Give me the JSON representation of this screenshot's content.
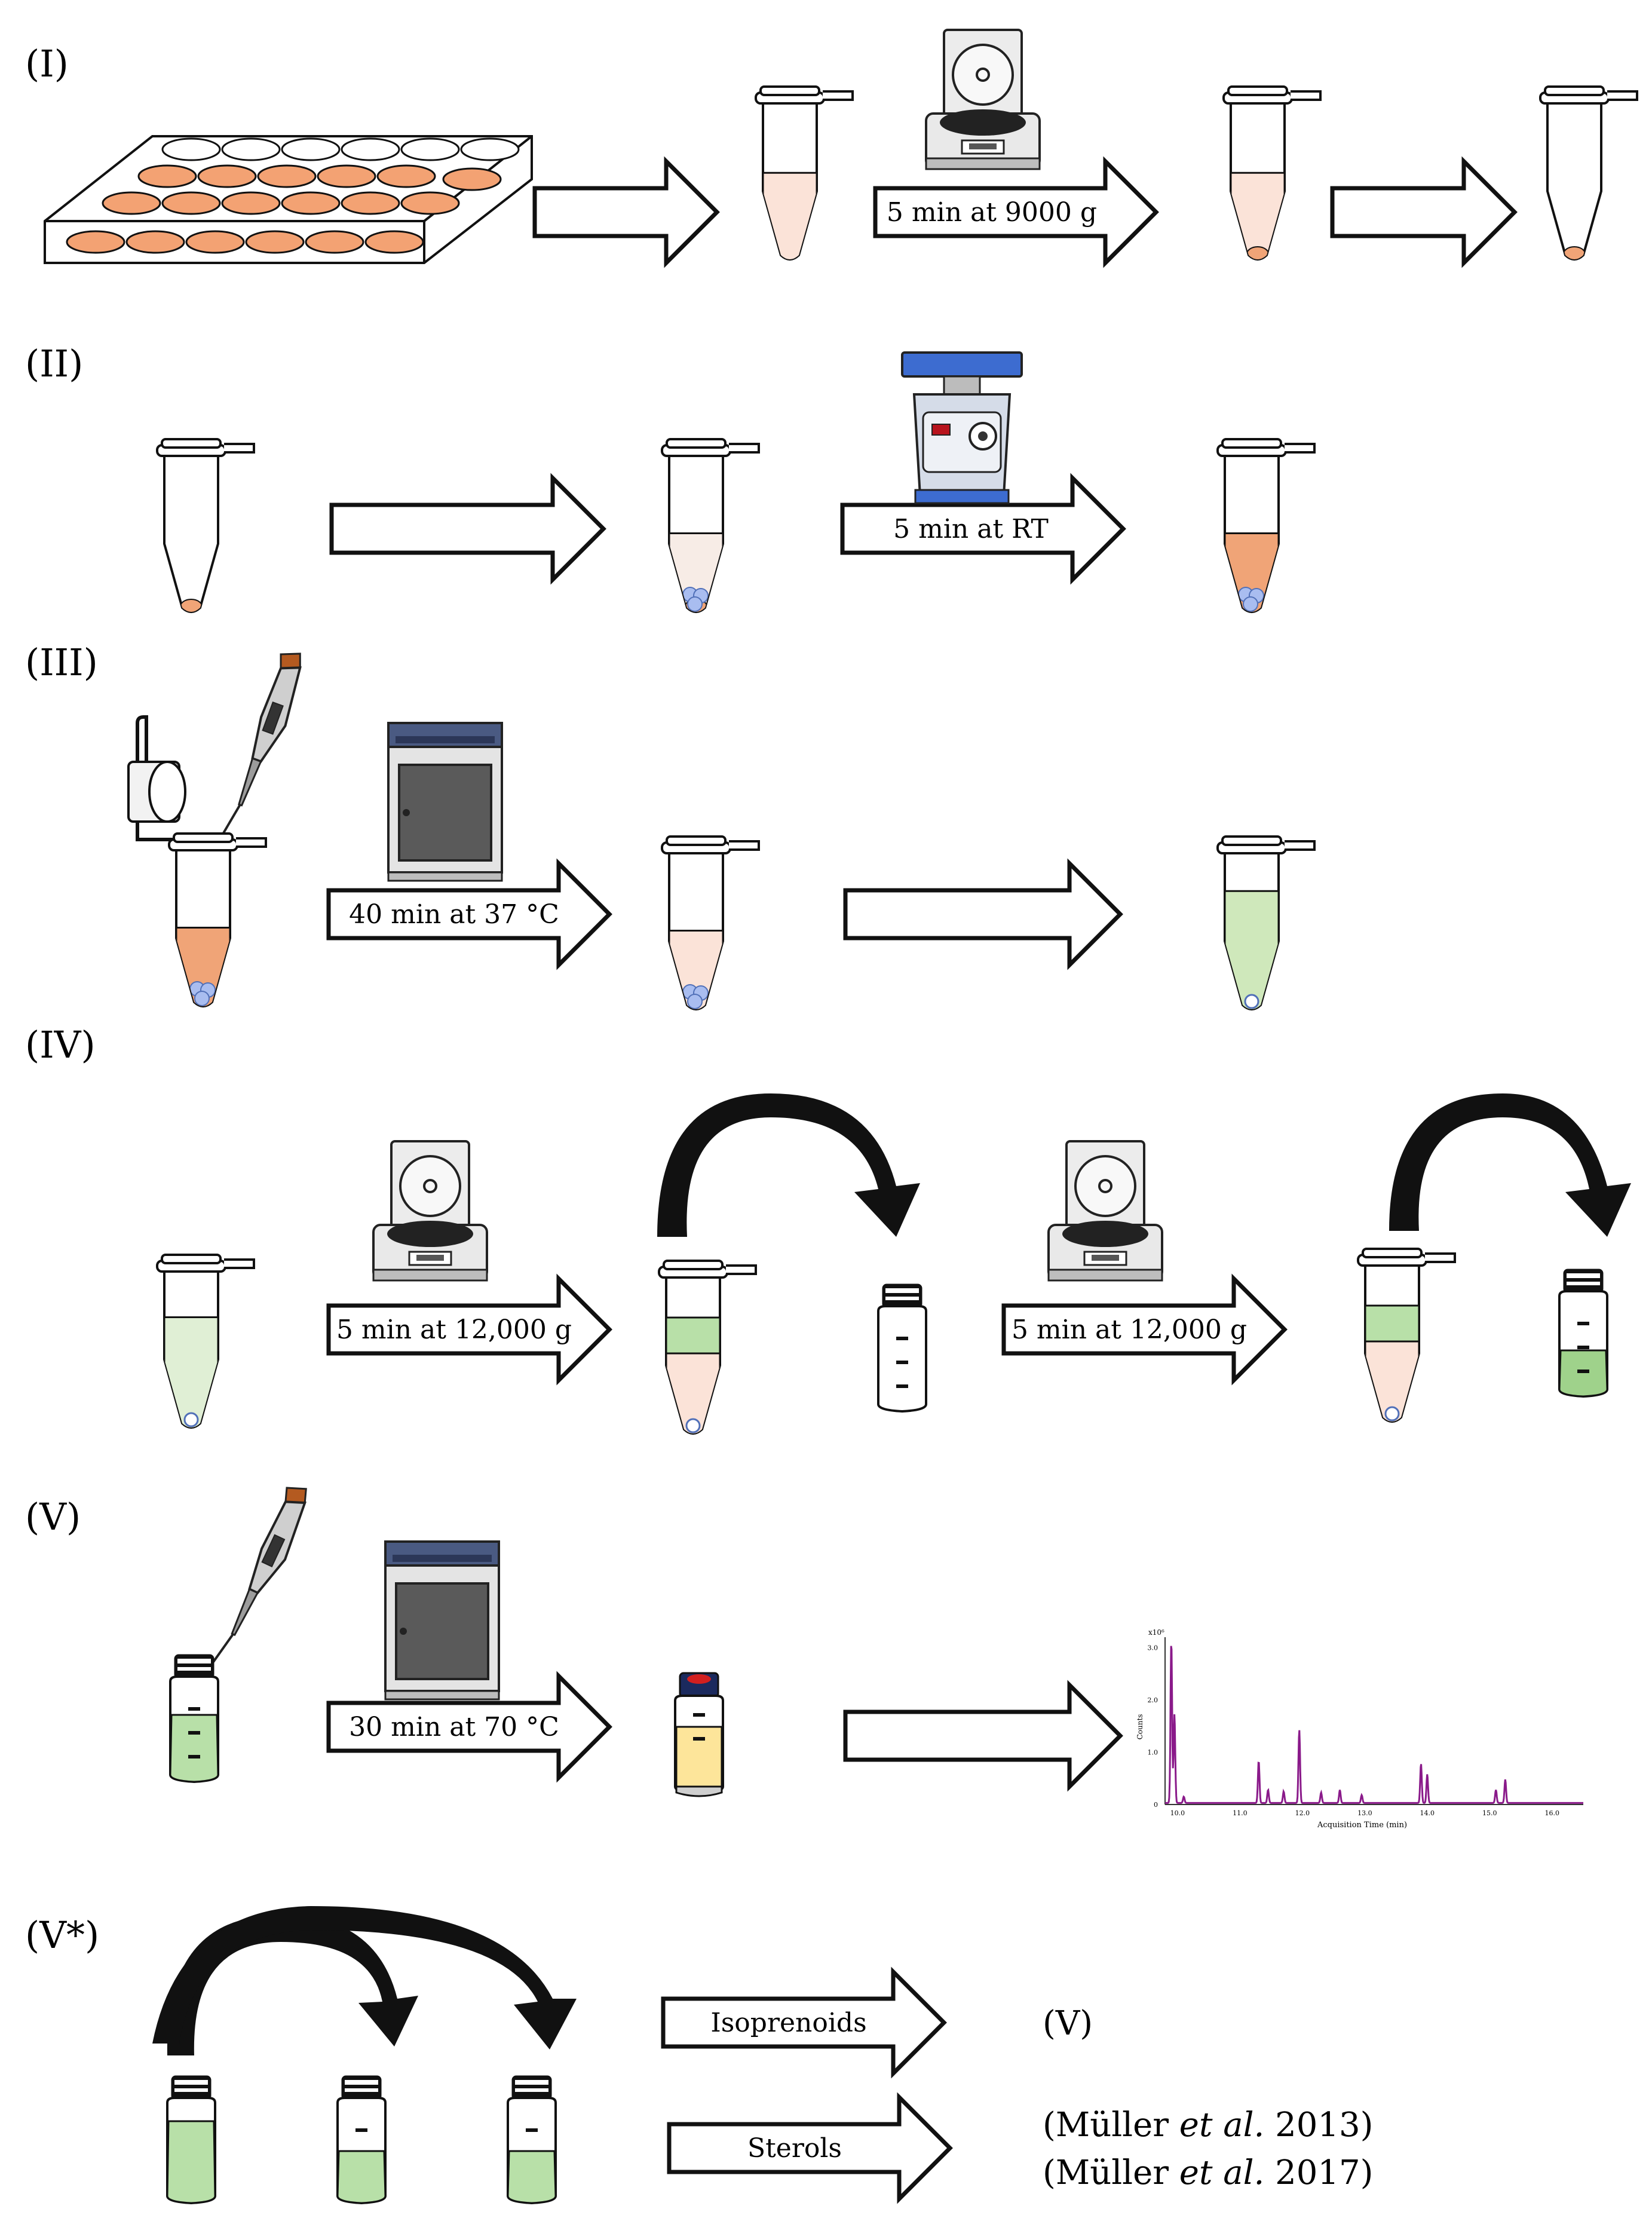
{
  "steps": {
    "I": {
      "label": "(I)",
      "condition": "5 min at 9000 g"
    },
    "II": {
      "label": "(II)",
      "condition": "5 min at RT"
    },
    "III": {
      "label": "(III)",
      "condition": "40 min at 37 °C"
    },
    "IV": {
      "label": "(IV)",
      "condition_1": "5 min at 12,000 g",
      "condition_2": "5 min at 12,000 g"
    },
    "V": {
      "label": "(V)",
      "condition": "30 min at 70 °C"
    },
    "Vstar": {
      "label": "(V*)",
      "arrow_isoprenoids": "Isoprenoids",
      "arrow_sterols": "Sterols",
      "ref_v": "(V)",
      "ref_1_prefix": "(Müller ",
      "ref_1_italic": "et al.",
      "ref_1_suffix": " 2013)",
      "ref_2_prefix": "(Müller ",
      "ref_2_italic": "et al.",
      "ref_2_suffix": " 2017)"
    }
  },
  "chromatogram": {
    "y_scale_label": "x10⁶",
    "ylabel": "Counts",
    "xlabel": "Acquisition Time (min)",
    "y_ticks": [
      "3.0",
      "2.0",
      "1.0",
      "0"
    ],
    "x_ticks": [
      "10.0",
      "11.0",
      "12.0",
      "13.0",
      "14.0",
      "15.0",
      "16.0"
    ],
    "line_color": "#8a1a8a",
    "x_range": [
      9.8,
      16.5
    ],
    "y_range": [
      0,
      3.2
    ],
    "peaks": [
      {
        "t": 9.9,
        "h": 3.1
      },
      {
        "t": 9.95,
        "h": 1.7
      },
      {
        "t": 10.1,
        "h": 0.12
      },
      {
        "t": 11.3,
        "h": 0.8
      },
      {
        "t": 11.45,
        "h": 0.25
      },
      {
        "t": 11.7,
        "h": 0.22
      },
      {
        "t": 11.95,
        "h": 1.4
      },
      {
        "t": 12.3,
        "h": 0.2
      },
      {
        "t": 12.6,
        "h": 0.25
      },
      {
        "t": 12.95,
        "h": 0.15
      },
      {
        "t": 13.9,
        "h": 0.75
      },
      {
        "t": 14.0,
        "h": 0.55
      },
      {
        "t": 15.1,
        "h": 0.25
      },
      {
        "t": 15.25,
        "h": 0.45
      }
    ]
  },
  "colors": {
    "pink_fluid": "#fbe3d8",
    "orange_pellet": "#f0a477",
    "blue_beads": "#a9bdf0",
    "green_fluid": "#cfe8bb",
    "dark_green": "#9fd28b",
    "yellow_fluid": "#fde59a",
    "vial_cap_blue": "#1b2a5e",
    "vial_cap_red": "#d21f1f",
    "centrifuge_gray": "#e6e6e6",
    "vortex_blue": "#3d6cd0",
    "incubator_navy": "#4a5a82"
  }
}
